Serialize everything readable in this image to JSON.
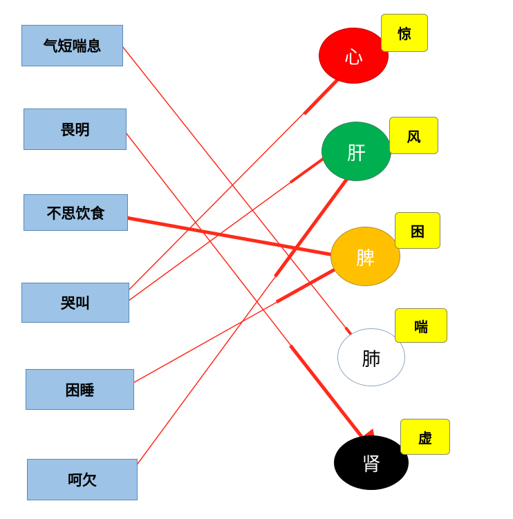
{
  "symptoms": [
    "气短喘息",
    "畏明",
    "不思饮食",
    "哭叫",
    "困睡",
    "呵欠"
  ],
  "organs": [
    {
      "label": "心",
      "fill": "#ff0000",
      "text": "#ffffff",
      "border": "#c00000"
    },
    {
      "label": "肝",
      "fill": "#00b050",
      "text": "#ffffff",
      "border": "#3a7a55"
    },
    {
      "label": "脾",
      "fill": "#ffc000",
      "text": "#ffffff",
      "border": "#b08a2a"
    },
    {
      "label": "肺",
      "fill": "#ffffff",
      "text": "#000000",
      "border": "#8fa6c0"
    },
    {
      "label": "肾",
      "fill": "#000000",
      "text": "#ffffff",
      "border": "#000000"
    }
  ],
  "tags": [
    "惊",
    "风",
    "困",
    "喘",
    "虚"
  ],
  "colors": {
    "symptom_box": "#9dc3e6",
    "tag": "#ffff00",
    "arrow": "#ff2a1a"
  }
}
